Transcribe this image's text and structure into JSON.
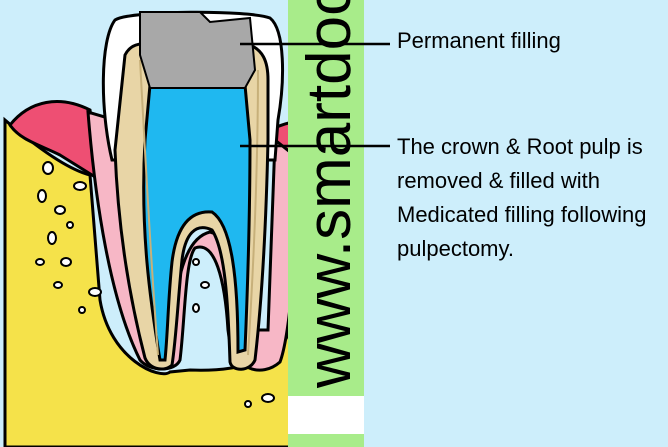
{
  "labels": {
    "permanent_filling": "Permanent filling",
    "pulp_description": "The crown & Root pulp is removed & filled with Medicated filling following pulpectomy."
  },
  "watermark": {
    "text": "www.smartdoc"
  },
  "colors": {
    "background": "#cdeefb",
    "bone": "#f5e24a",
    "gum": "#f06a86",
    "gum_inner": "#f7b7c6",
    "enamel": "#ffffff",
    "dentin": "#e8d5a6",
    "filling_gray": "#a8a8a8",
    "medicated_filling": "#1fb8f0",
    "watermark_band": "#a8ec8a"
  }
}
